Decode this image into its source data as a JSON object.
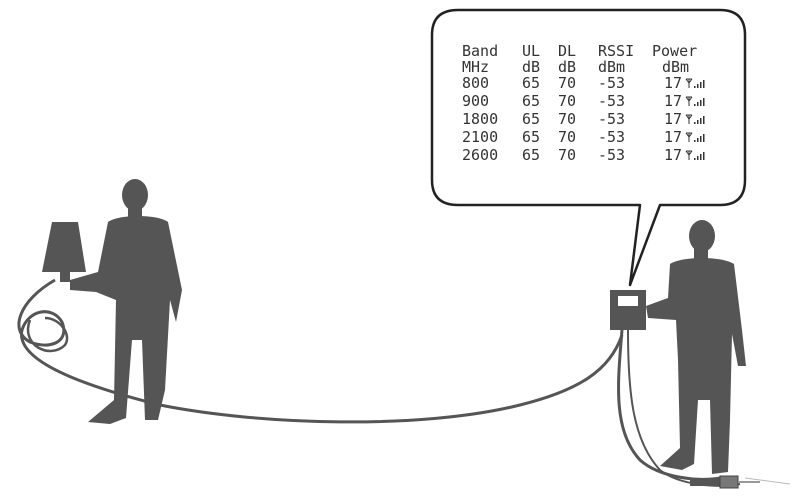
{
  "readout": {
    "headers": [
      "Band",
      "UL",
      "DL",
      "RSSI",
      "Power"
    ],
    "units": [
      "MHz",
      "dB",
      "dB",
      "dBm",
      "dBm"
    ],
    "rows": [
      [
        "800",
        "65",
        "70",
        "-53",
        "17"
      ],
      [
        "900",
        "65",
        "70",
        "-53",
        "17"
      ],
      [
        "1800",
        "65",
        "70",
        "-53",
        "17"
      ],
      [
        "2100",
        "65",
        "70",
        "-53",
        "17"
      ],
      [
        "2600",
        "65",
        "70",
        "-53",
        "17"
      ]
    ]
  },
  "colors": {
    "silhouette": "#555555",
    "cable": "#555555",
    "text": "#333333",
    "bubble_stroke": "#222222"
  },
  "icons": {
    "signal": "antenna-signal-icon"
  }
}
